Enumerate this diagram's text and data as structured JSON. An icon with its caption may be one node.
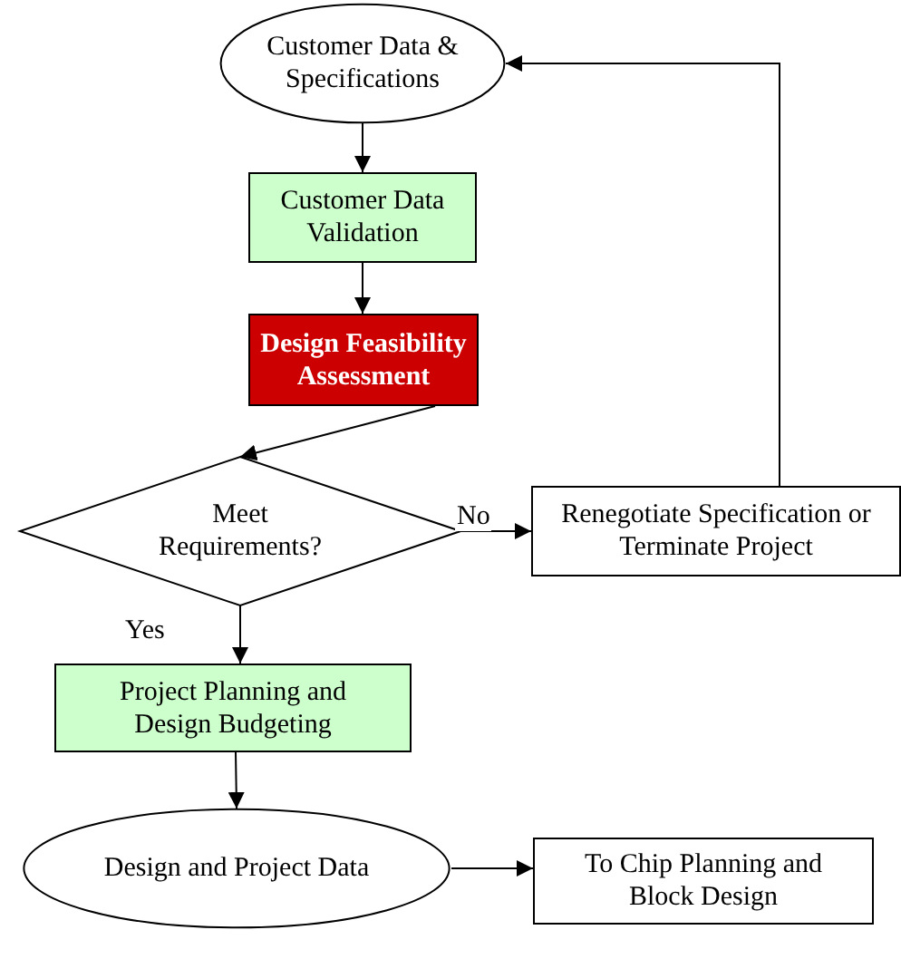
{
  "diagram": {
    "nodes": [
      {
        "text": [
          "Customer Data & Specifications"
        ]
      },
      {
        "text": [
          "Customer Data Validation"
        ]
      },
      {
        "text": [
          "Design Feasibility Assessment"
        ]
      },
      {
        "text": [
          "Meet Requirements?"
        ]
      },
      {
        "text": [
          "Renegotiate Specification or Terminate Project"
        ]
      },
      {
        "text": [
          "Project Planning and Design Budgeting"
        ]
      },
      {
        "text": [
          "Design and Project Data"
        ]
      },
      {
        "text": [
          "To Chip Planning and Block Design"
        ]
      }
    ],
    "edges": [
      {
        "from": 0,
        "to": 1,
        "arrow": "to"
      },
      {
        "from": 1,
        "to": 2,
        "arrow": "to"
      },
      {
        "from": 2,
        "to": 3,
        "arrow": "to"
      },
      {
        "from": 3,
        "to": 4,
        "arrow": "to",
        "label": "No"
      },
      {
        "from": 4,
        "to": 0,
        "arrow": "to"
      },
      {
        "from": 3,
        "to": 5,
        "arrow": "to",
        "label": "Yes"
      },
      {
        "from": 5,
        "to": 6,
        "arrow": "to"
      },
      {
        "from": 6,
        "to": 7,
        "arrow": "to"
      }
    ]
  }
}
